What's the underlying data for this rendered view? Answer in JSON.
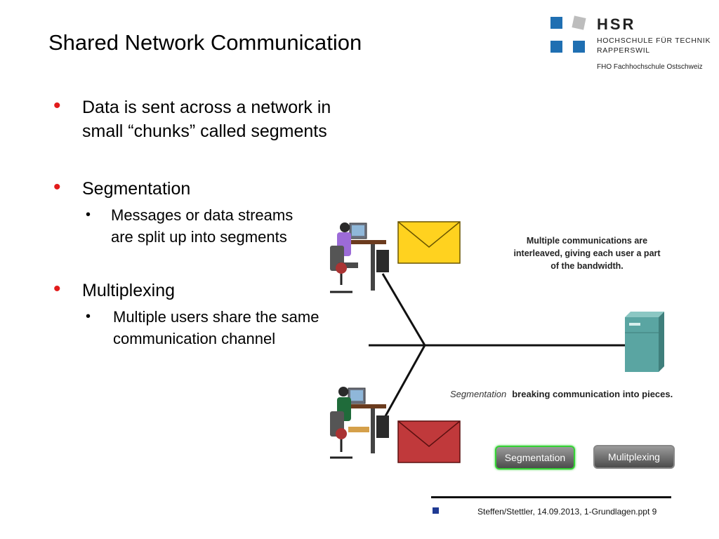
{
  "slide": {
    "title": "Shared Network Communication",
    "bullets": [
      {
        "lines": [
          "Data is sent across a network in",
          "small “chunks” called segments"
        ],
        "sub": []
      },
      {
        "lines": [
          "Segmentation"
        ],
        "sub": [
          {
            "lines": [
              "Messages or data streams",
              "are split up into segments"
            ]
          }
        ]
      },
      {
        "lines": [
          "Multiplexing"
        ],
        "sub": [
          {
            "lines": [
              "Multiple users share the same",
              "communication channel"
            ]
          }
        ]
      }
    ]
  },
  "logo": {
    "name": "HSR",
    "line1": "HOCHSCHULE FÜR TECHNIK",
    "line2": "RAPPERSWIL",
    "line3": "FHO Fachhochschule Ostschweiz"
  },
  "diagram": {
    "caption_top": [
      "Multiple communications are",
      "interleaved, giving each user a part",
      "of the bandwidth."
    ],
    "caption_term": "Segmentation",
    "caption_def": "breaking communication into pieces.",
    "buttons": {
      "segmentation": "Segmentation",
      "multiplexing": "Mulitplexing"
    },
    "colors": {
      "envelope_top": "#ffd21f",
      "envelope_bottom": "#c0393b",
      "server": "#5aa5a2",
      "active_border": "#35d135"
    }
  },
  "footer": {
    "text": "Steffen/Stettler, 14.09.2013, 1-Grundlagen.ppt 9"
  }
}
